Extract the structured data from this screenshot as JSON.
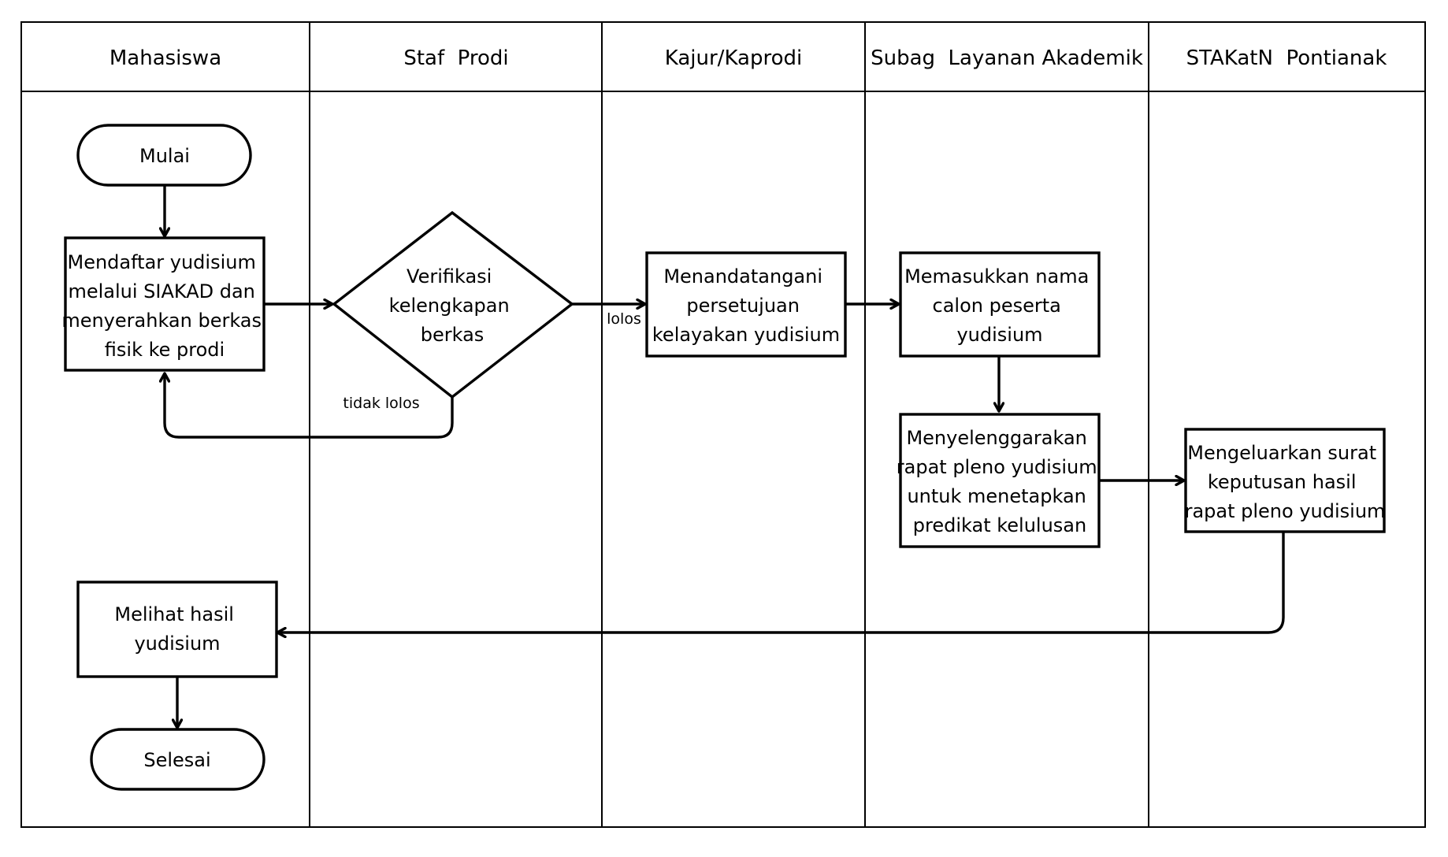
{
  "lanes": [
    "Mahasiswa",
    "Staf  Prodi",
    "Kajur/Kaprodi",
    "Subag  Layanan Akademik",
    "STAKatN  Pontianak"
  ],
  "nodes": {
    "start": [
      "Mulai"
    ],
    "register": [
      "Mendaftar yudisium",
      "melalui SIAKAD dan",
      "menyerahkan berkas",
      "fisik ke prodi"
    ],
    "verify": [
      "Verifikasi",
      "kelengkapan",
      "berkas"
    ],
    "sign": [
      "Menandatangani",
      "persetujuan",
      "kelayakan yudisium"
    ],
    "input_names": [
      "Memasukkan nama",
      "calon peserta",
      "yudisium"
    ],
    "meeting": [
      "Menyelenggarakan",
      "rapat pleno yudisium",
      "untuk menetapkan",
      "predikat kelulusan"
    ],
    "decree": [
      "Mengeluarkan surat",
      "keputusan hasil",
      "rapat pleno yudisium"
    ],
    "view_result": [
      "Melihat hasil",
      "yudisium"
    ],
    "end": [
      "Selesai"
    ]
  },
  "edge_labels": {
    "pass": "lolos",
    "fail": "tidak lolos"
  },
  "colors": {
    "line": "#000000",
    "background": "#ffffff"
  }
}
